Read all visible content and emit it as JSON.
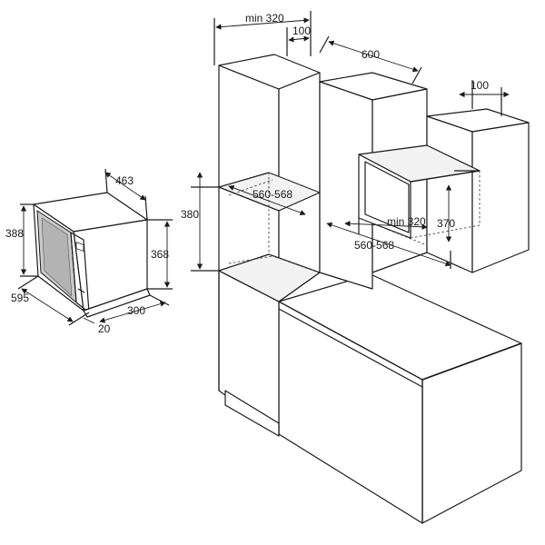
{
  "dimensions": {
    "min320_top": "min 320",
    "d100_top": "100",
    "d600": "600",
    "d100_right": "100",
    "d463": "463",
    "d380": "380",
    "d560_568_upper": "560-568",
    "d388": "388",
    "d368": "368",
    "min320_mid": "min 320",
    "d370": "370",
    "d560_568_lower": "560-568",
    "d595": "595",
    "d300": "300",
    "d20": "20"
  },
  "colors": {
    "line": "#1a1a1a",
    "microwave_door": "#c9c9c9",
    "background": "#ffffff"
  }
}
